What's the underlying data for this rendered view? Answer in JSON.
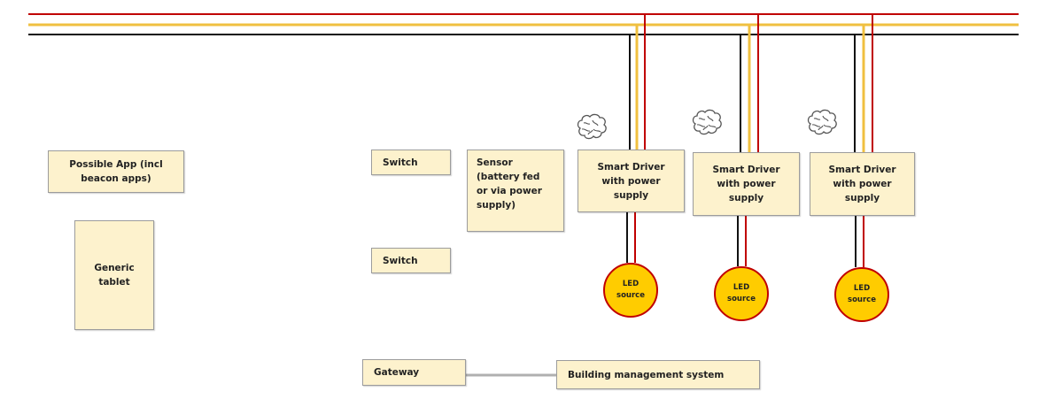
{
  "colors": {
    "red": "#c00000",
    "yellow": "#f0c040",
    "black": "#111111",
    "box_fill": "#fdf2cd",
    "led_fill": "#ffcc00",
    "connector": "#b0b0b0"
  },
  "boxes": {
    "possible_app": "Possible App (incl\nbeacon apps)",
    "generic_tablet": "Generic\ntablet",
    "switch_1": "Switch",
    "switch_2": "Switch",
    "sensor": "Sensor\n(battery  fed\nor via power\nsupply)",
    "gateway": "Gateway",
    "bms": "Building management system"
  },
  "drivers": [
    {
      "label": "Smart Driver\nwith power\nsupply",
      "icon": "brain-icon"
    },
    {
      "label": "Smart Driver\nwith power\nsupply",
      "icon": "brain-icon"
    },
    {
      "label": "Smart Driver\nwith power\nsupply",
      "icon": "brain-icon"
    }
  ],
  "leds": [
    {
      "label": "LED\nsource"
    },
    {
      "label": "LED\nsource"
    },
    {
      "label": "LED\nsource"
    }
  ]
}
